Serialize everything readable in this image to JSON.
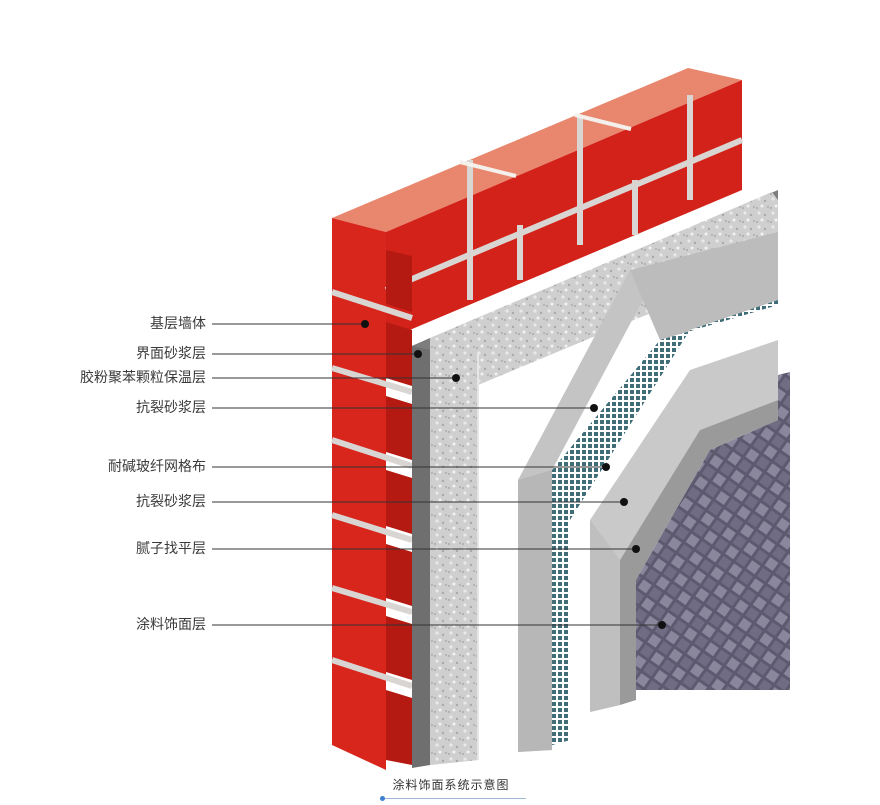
{
  "labels": [
    {
      "id": "base-wall",
      "text": "基层墙体"
    },
    {
      "id": "interface-mortar",
      "text": "界面砂浆层"
    },
    {
      "id": "insulation",
      "text": "胶粉聚苯颗粒保温层"
    },
    {
      "id": "anticrack-1",
      "text": "抗裂砂浆层"
    },
    {
      "id": "mesh",
      "text": "耐碱玻纤网格布"
    },
    {
      "id": "anticrack-2",
      "text": "抗裂砂浆层"
    },
    {
      "id": "putty",
      "text": "腻子找平层"
    },
    {
      "id": "coating",
      "text": "涂料饰面层"
    }
  ],
  "caption": "涂料饰面系统示意图",
  "colors": {
    "brick_front": "#d8261c",
    "brick_top": "#e8876e",
    "brick_side": "#a81812",
    "mortar": "#d9d5d2",
    "interface": "#6f6f6f",
    "insulation": "#c9c9c9",
    "render": "#bdbdbd",
    "mesh": "#3f6e78",
    "putty": "#9a9a9a",
    "tile": "#6e6c86"
  }
}
